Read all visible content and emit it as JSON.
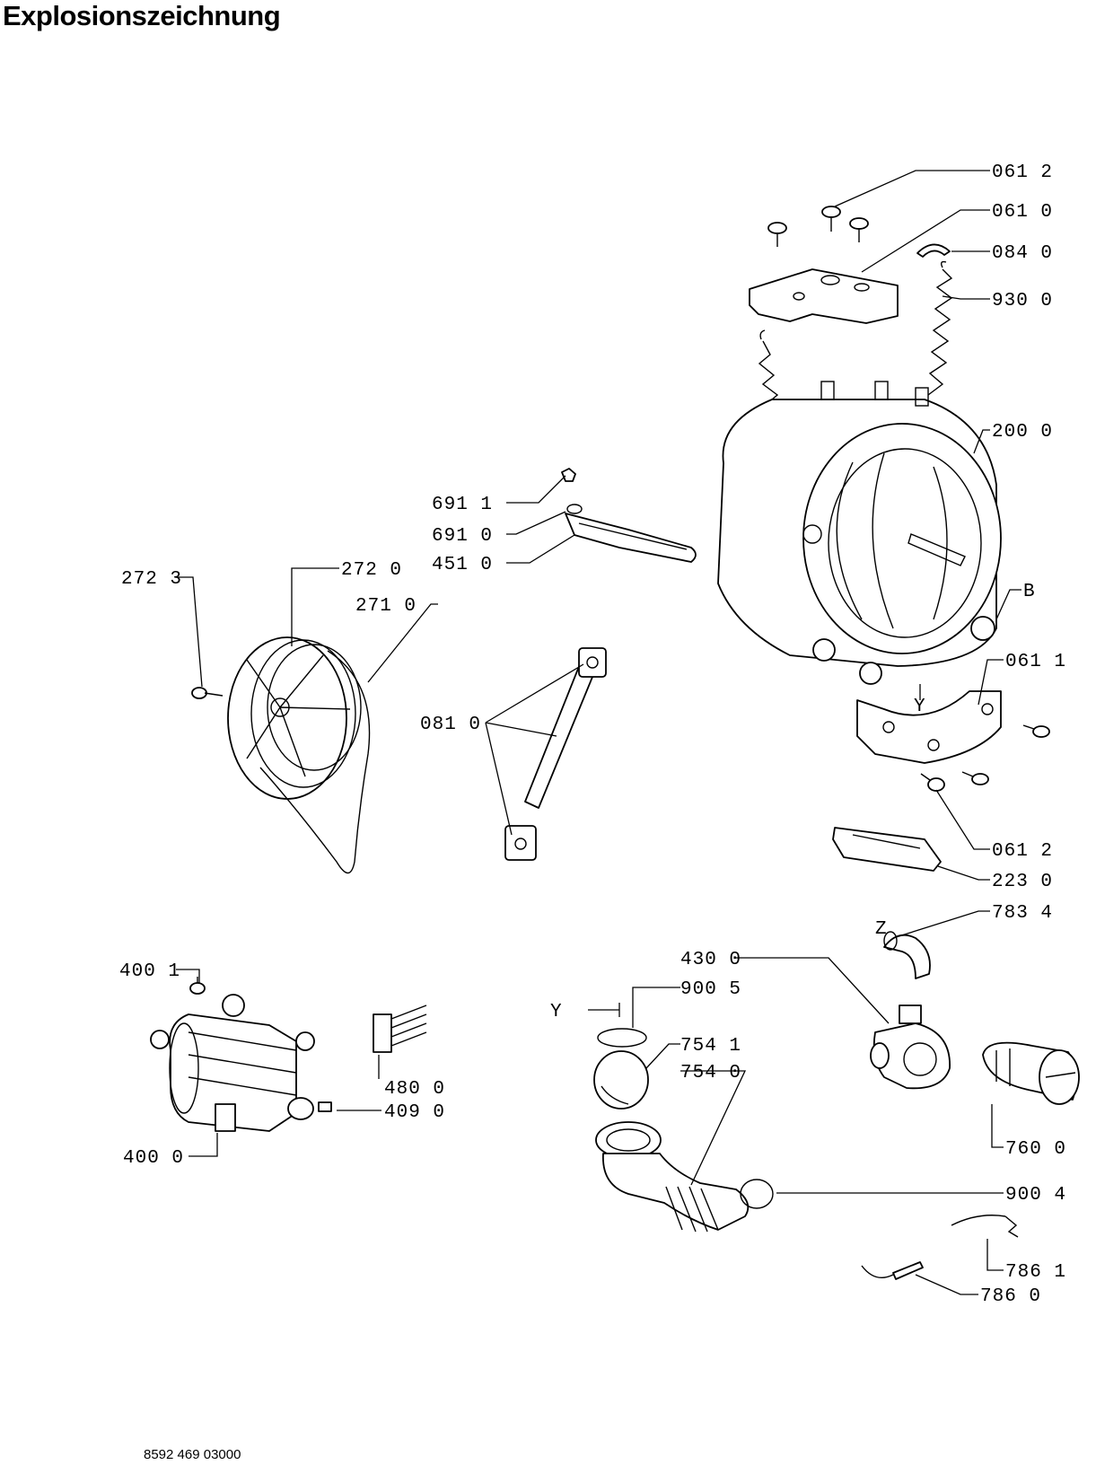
{
  "title": "Explosionszeichnung",
  "footer_code": "8592 469 03000",
  "labels": {
    "l0612_top": "061 2",
    "l0610": "061 0",
    "l0840": "084 0",
    "l9300": "930 0",
    "l2000": "200 0",
    "lB": "B",
    "l0611": "061 1",
    "lY_tub": "Y",
    "l0612_bot": "061 2",
    "l2230": "223 0",
    "l7834": "783 4",
    "lZ": "Z",
    "l4300": "430 0",
    "l9005": "900 5",
    "lY_pump": "Y",
    "l7541": "754 1",
    "l7540": "754 0",
    "l7600": "760 0",
    "l9004": "900 4",
    "l7861": "786 1",
    "l7860": "786 0",
    "l6911": "691 1",
    "l6910": "691 0",
    "l4510": "451 0",
    "l2723": "272 3",
    "l2720": "272 0",
    "l2710": "271 0",
    "l0810": "081 0",
    "l4001": "400 1",
    "l4800": "480 0",
    "l4090": "409 0",
    "l4000": "400 0"
  }
}
